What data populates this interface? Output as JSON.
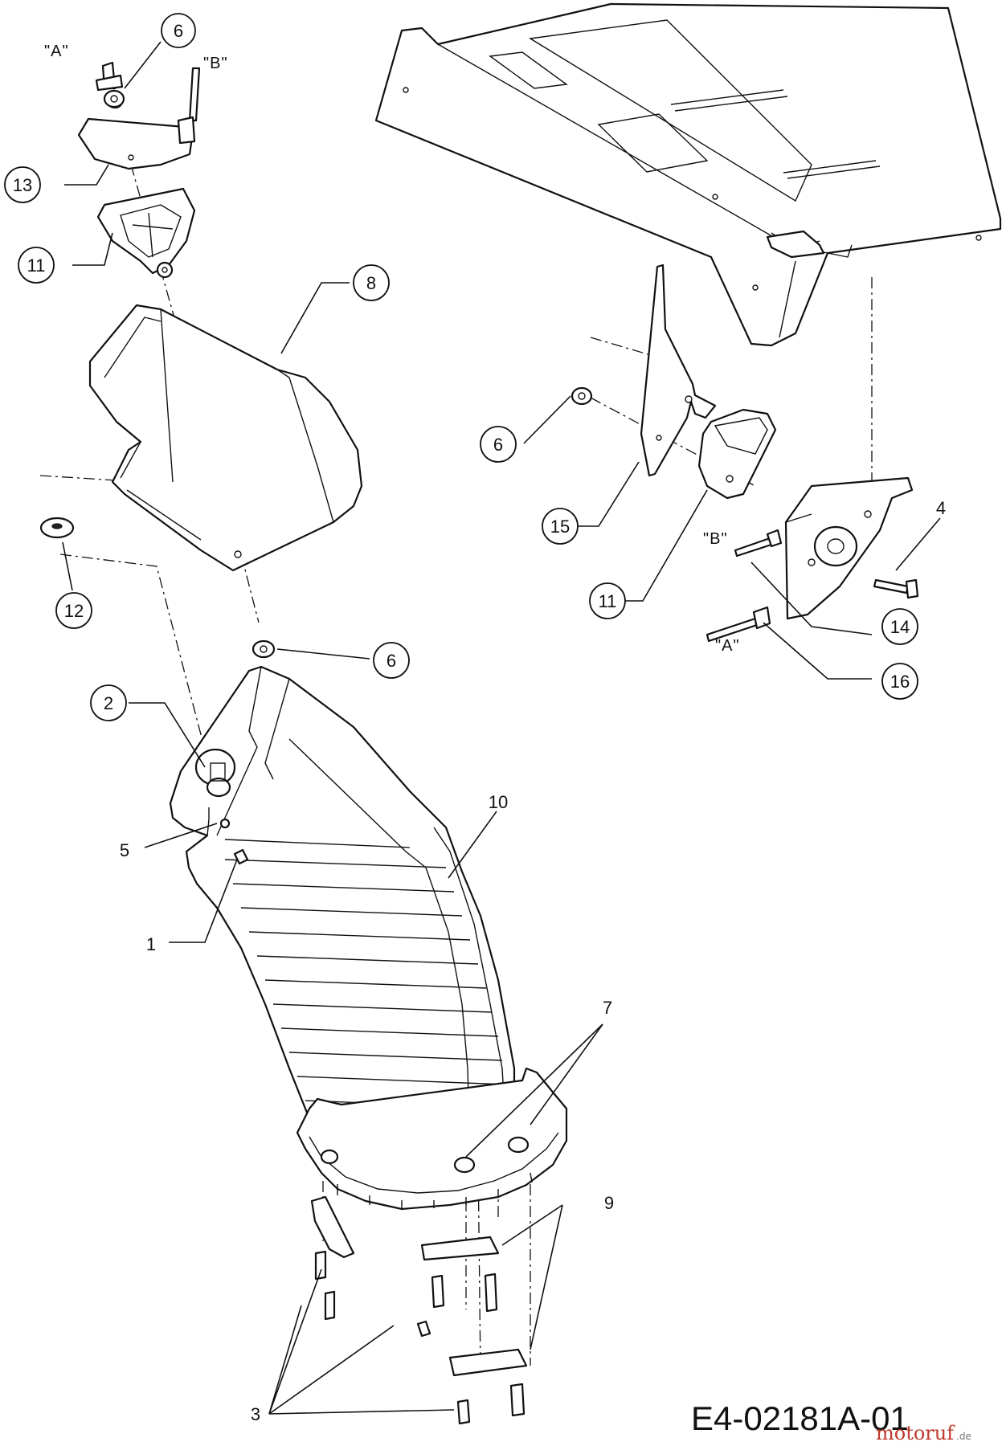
{
  "diagram": {
    "drawing_number": "E4-02181A-01",
    "watermark": {
      "brand": "motoruf",
      "suffix": ".de"
    },
    "part_callouts": [
      "6",
      "13",
      "11",
      "8",
      "12",
      "6",
      "2",
      "5",
      "10",
      "1",
      "7",
      "9",
      "3",
      "6",
      "15",
      "11",
      "4",
      "14",
      "16"
    ],
    "reference_marks": [
      "\"A\"",
      "\"B\"",
      "\"B\"",
      "\"A\""
    ]
  }
}
